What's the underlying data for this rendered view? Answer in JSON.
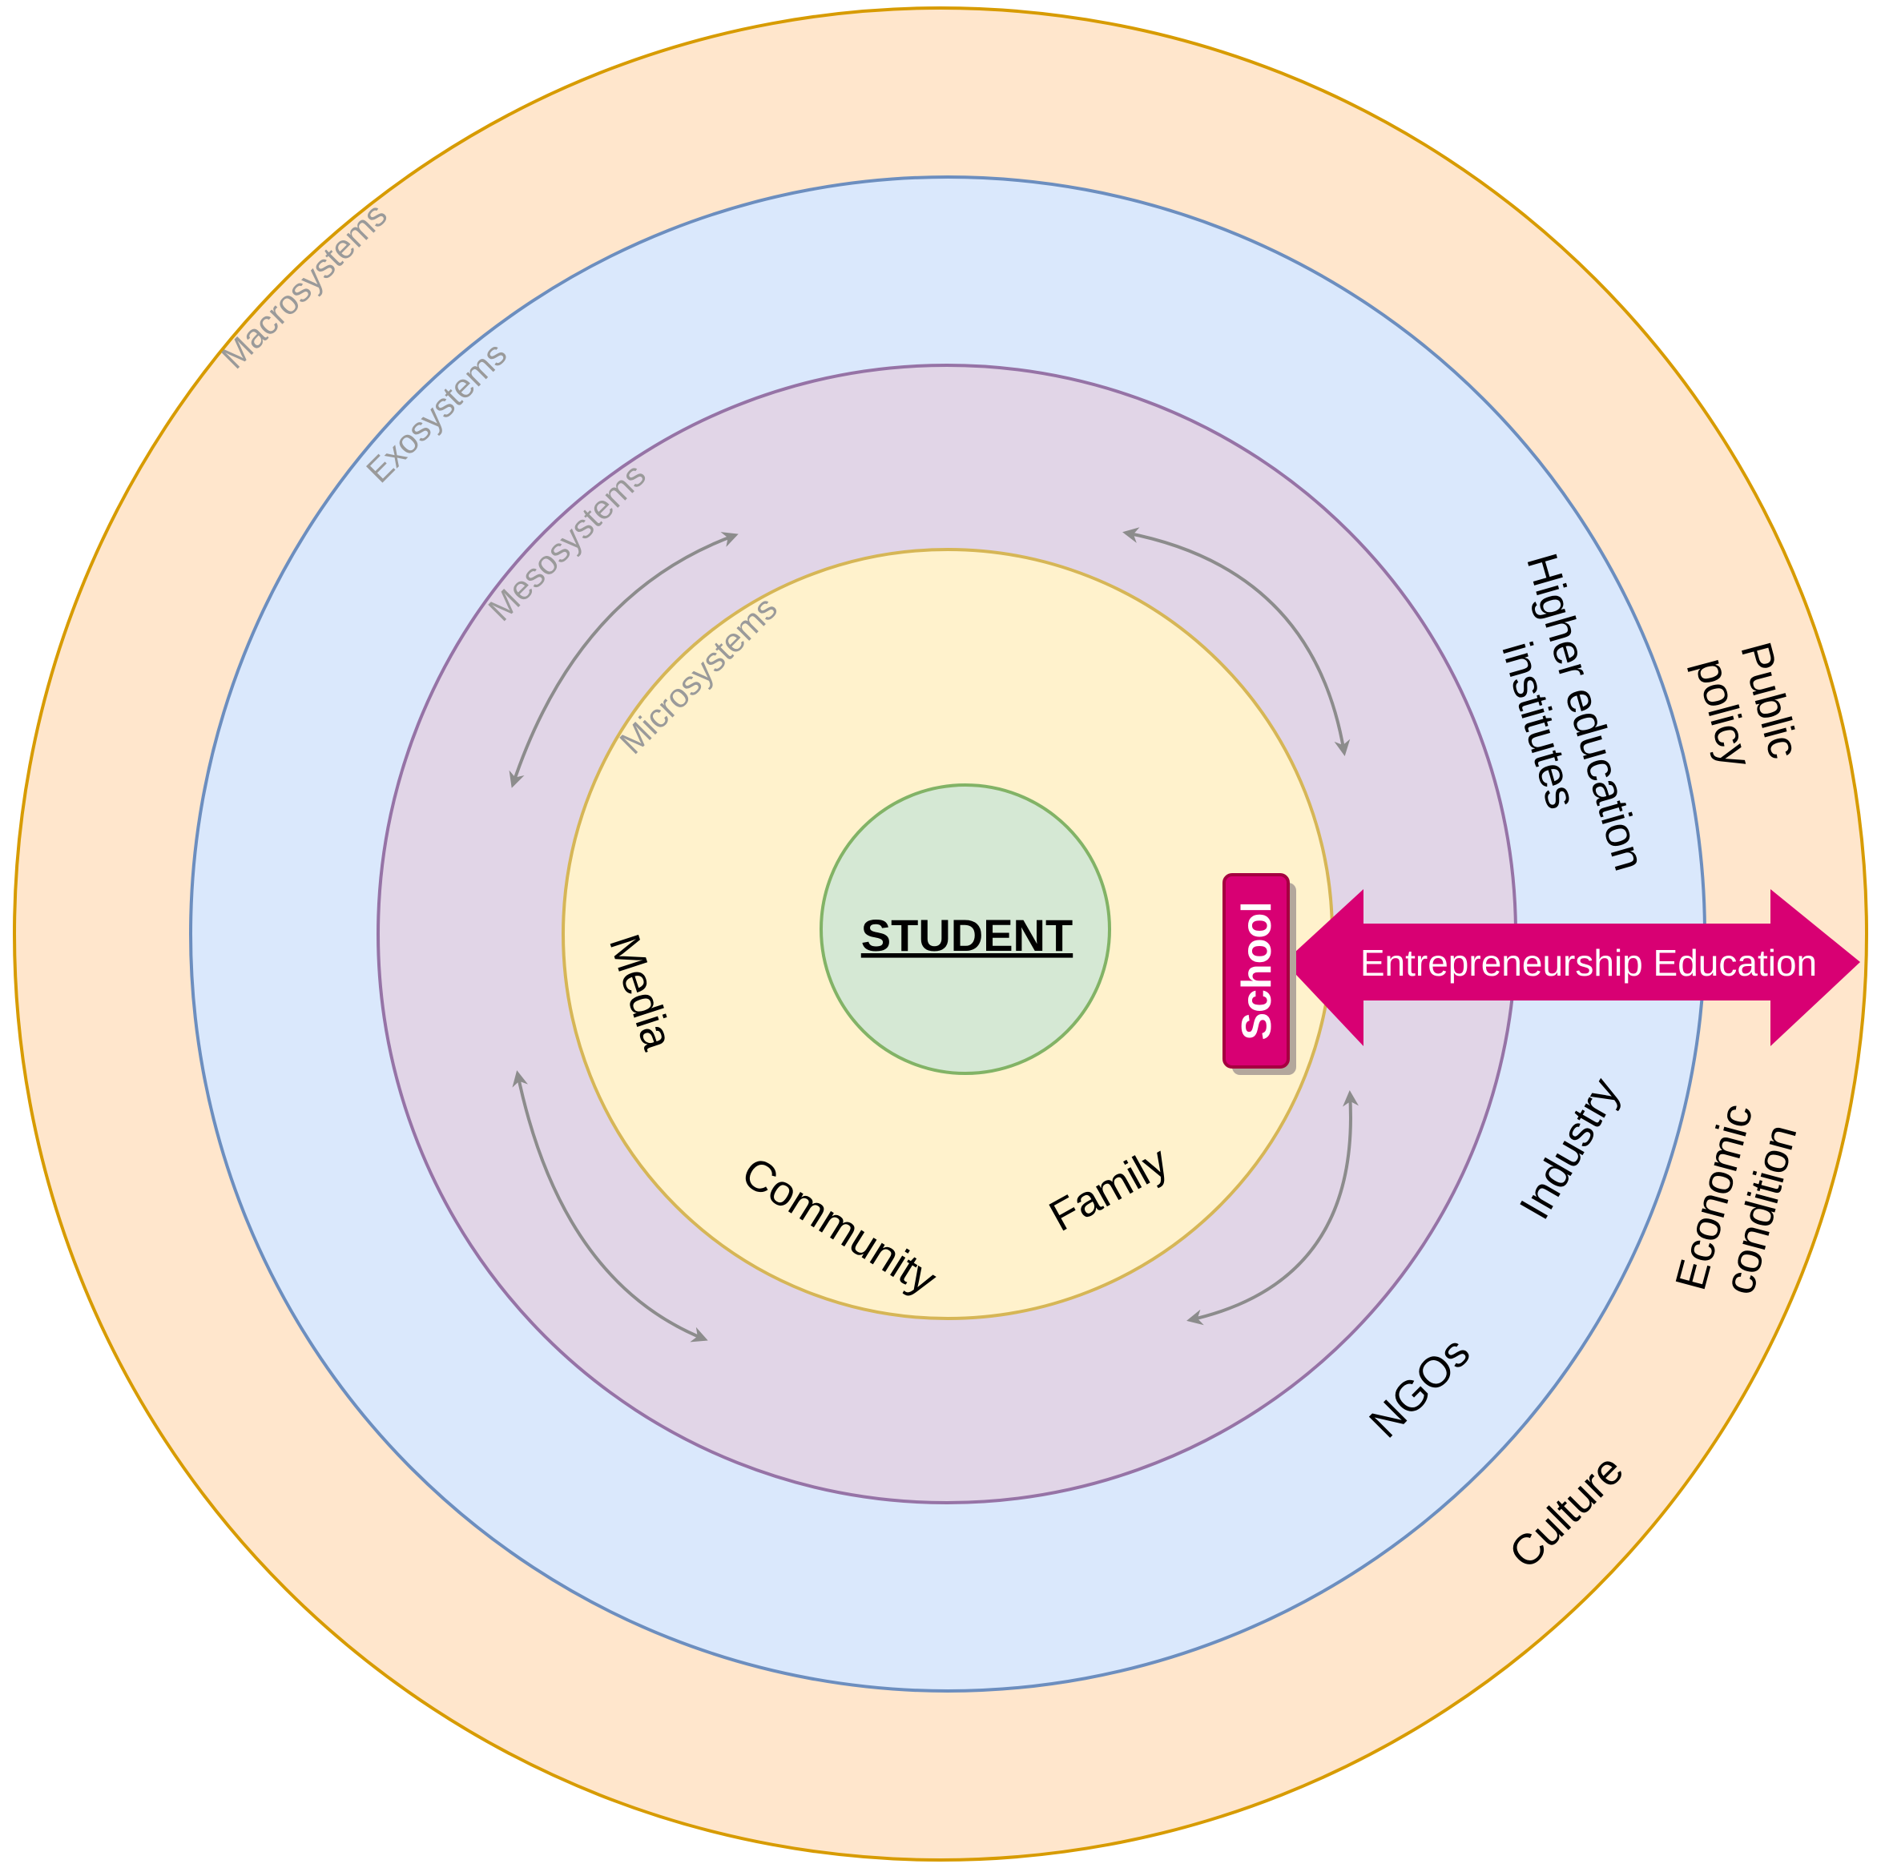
{
  "colors": {
    "macro_fill": "#ffe6cc",
    "macro_stroke": "#d79b00",
    "exo_fill": "#dae8fc",
    "exo_stroke": "#6c8ebf",
    "meso_fill": "#e1d5e7",
    "meso_stroke": "#9673a6",
    "micro_fill": "#fff2cc",
    "micro_stroke": "#d6b656",
    "student_fill": "#d5e8d4",
    "student_stroke": "#82b366",
    "accent": "#d80073",
    "connector": "#8c8c8c"
  },
  "layers": {
    "macro": "Macrosystems",
    "exo": "Exosystems",
    "meso": "Mesosystems",
    "micro": "Microsystems"
  },
  "center": {
    "label": "STUDENT"
  },
  "micro_items": {
    "media": "Media",
    "community": "Community",
    "family": "Family",
    "school": "School"
  },
  "exo_items": {
    "higher_ed_line1": "Higher education",
    "higher_ed_line2": "institutes",
    "industry": "Industry",
    "ngos": "NGOs"
  },
  "macro_items": {
    "public_policy_line1": "Public",
    "public_policy_line2": "policy",
    "economic_line1": "Economic",
    "economic_line2": "condition",
    "culture": "Culture"
  },
  "link": {
    "label": "Entrepreneurship Education"
  }
}
